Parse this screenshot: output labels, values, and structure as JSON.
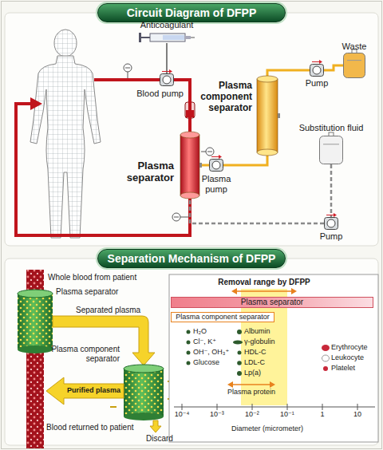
{
  "diagram": {
    "nodes": [
      {
        "text": [
          "Circuit Diagram of DFPP"
        ]
      },
      {
        "text": [
          "Anticoagulant"
        ]
      },
      {
        "text": [
          "Blood pump"
        ]
      },
      {
        "text": [
          "Waste"
        ]
      },
      {
        "text": [
          "Pump"
        ]
      },
      {
        "text": [
          "Plasma component separator"
        ]
      },
      {
        "text": [
          "Substitution fluid"
        ]
      },
      {
        "text": [
          "Plasma separator"
        ]
      },
      {
        "text": [
          "Plasma pump"
        ]
      },
      {
        "text": [
          "Pump"
        ]
      },
      {
        "text": [
          "Separation Mechanism of DFPP"
        ]
      },
      {
        "text": [
          "Plasma separator"
        ]
      },
      {
        "text": [
          "Plasma component separator"
        ]
      }
    ],
    "edges": [
      {
        "from": 1,
        "to": 2,
        "arrow": "none"
      },
      {
        "from": 2,
        "to": 7,
        "arrow": "none"
      },
      {
        "from": 7,
        "to": 8,
        "arrow": "none"
      },
      {
        "from": 8,
        "to": 5,
        "arrow": "none"
      },
      {
        "from": 5,
        "to": 4,
        "arrow": "none"
      },
      {
        "from": 4,
        "to": 3,
        "arrow": "none"
      },
      {
        "from": 6,
        "to": 9,
        "arrow": "none"
      },
      {
        "from": 9,
        "to": 7,
        "arrow": "none"
      }
    ],
    "labels": [
      "Whole blood from patient",
      "Plasma separator",
      "Separated plasma",
      "Plasma component separator",
      "Purified plasma",
      "Blood returned to patient",
      "Discard",
      "Removal range by DFPP",
      "H₂O",
      "Albumin",
      "Cl⁻, K⁺",
      "γ-globulin",
      "OH⁻, OH₃⁺",
      "HDL-C",
      "Glucose",
      "LDL-C",
      "Lp(a)",
      "Erythrocyte",
      "Leukocyte",
      "Platelet",
      "Plasma protein",
      "10⁻⁴",
      "10⁻³",
      "10⁻²",
      "10⁻¹",
      "1",
      "10",
      "Diameter (micrometer)"
    ]
  }
}
